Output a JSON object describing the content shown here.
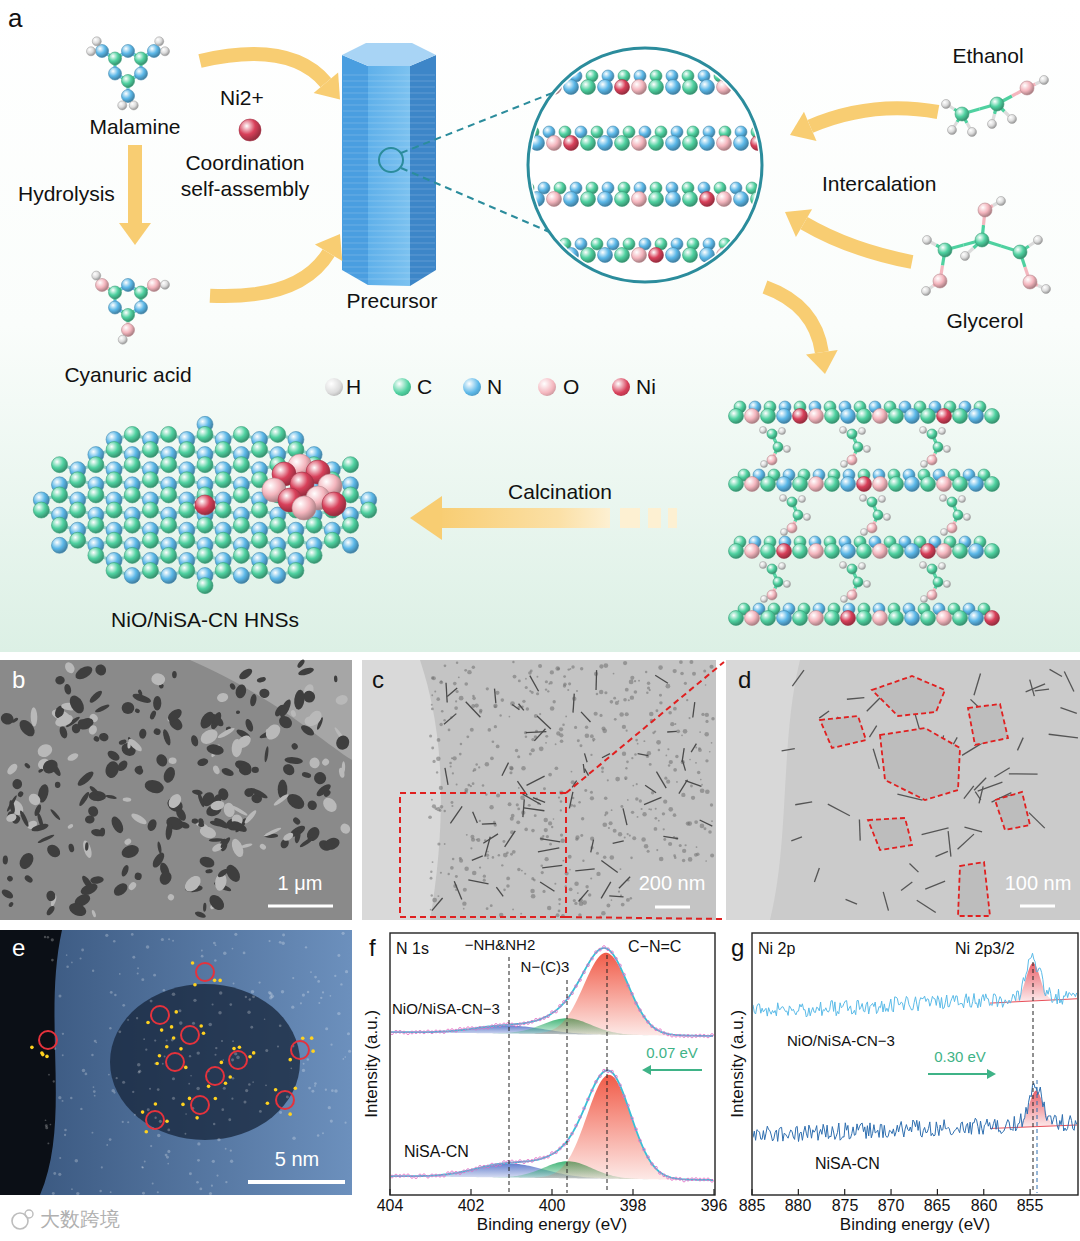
{
  "diagram": {
    "nodes": [
      {
        "text": [
          "Malamine"
        ]
      },
      {
        "text": [
          "Cyanuric acid"
        ]
      },
      {
        "text": [
          "Precursor"
        ]
      },
      {
        "text": [
          "Ethanol"
        ]
      },
      {
        "text": [
          "Glycerol"
        ]
      },
      {
        "text": [
          "NiO/NiSA-CN HNSs"
        ]
      },
      {
        "text": [
          "b",
          "1 μm"
        ]
      },
      {
        "text": [
          "c",
          "200 nm"
        ]
      },
      {
        "text": [
          "d",
          "100 nm"
        ]
      },
      {
        "text": [
          "e",
          "5 nm"
        ]
      },
      {
        "text": [
          "f",
          "N 1s",
          "−NH&NH2",
          "N−(C)3",
          "C−N=C",
          "NiO/NiSA-CN−3",
          "0.07 eV",
          "NiSA-CN"
        ]
      },
      {
        "text": [
          "g",
          "Ni 2p",
          "Ni 2p3/2",
          "NiO/NiSA-CN−3",
          "0.30 eV",
          "NiSA-CN"
        ]
      }
    ],
    "edges": [
      {
        "from": 0,
        "to": 1,
        "arrow": "to",
        "label": "Hydrolysis"
      },
      {
        "from": 0,
        "to": 2,
        "arrow": "to"
      },
      {
        "from": 1,
        "to": 2,
        "arrow": "to"
      }
    ],
    "labels": [
      "a",
      "Ni2+",
      "Coordination self-assembly",
      "Intercalation",
      "Calcination",
      "Intensity (a.u.)",
      "Binding energy (eV)",
      "404",
      "402",
      "400",
      "398",
      "396",
      "Intensity (a.u.)",
      "Binding energy (eV)",
      "885",
      "880",
      "875",
      "870",
      "865",
      "860",
      "855",
      "大数跨境"
    ],
    "legend": [
      {
        "text": "H",
        "color": "#dcdcdc"
      },
      {
        "text": "C",
        "color": "#4fd1a0"
      },
      {
        "text": "N",
        "color": "#5cb8e8"
      },
      {
        "text": "O",
        "color": "#f4b6be"
      },
      {
        "text": "Ni",
        "color": "#d8405a"
      }
    ]
  }
}
